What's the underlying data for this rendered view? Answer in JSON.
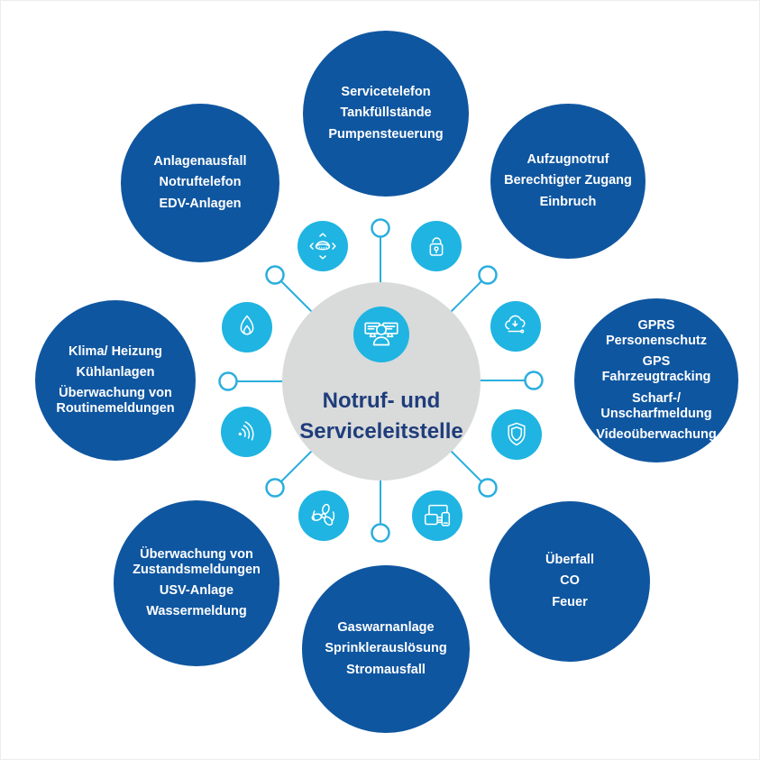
{
  "hub": {
    "title": "Notruf- und\nServiceleitstelle",
    "icon": "operator-workstation"
  },
  "satellites": [
    {
      "id": "north",
      "items": [
        "Servicetelefon",
        "Tankfüllstände",
        "Pumpensteuerung"
      ]
    },
    {
      "id": "northeast",
      "items": [
        "Aufzugnotruf",
        "Berechtigter Zugang",
        "Einbruch"
      ]
    },
    {
      "id": "east",
      "items": [
        "GPRS\nPersonenschutz",
        "GPS\nFahrzeugtracking",
        "Scharf-/\nUnscharfmeldung",
        "Videoüberwachung"
      ]
    },
    {
      "id": "southeast",
      "items": [
        "Überfall",
        "CO",
        "Feuer"
      ]
    },
    {
      "id": "south",
      "items": [
        "Gaswarnanlage",
        "Sprinklerauslösung",
        "Stromausfall"
      ]
    },
    {
      "id": "southwest",
      "items": [
        "Überwachung von\nZustandsmeldungen",
        "USV-Anlage",
        "Wassermeldung"
      ]
    },
    {
      "id": "west",
      "items": [
        "Klima/ Heizung",
        "Kühlanlagen",
        "Überwachung von\nRoutinemeldungen"
      ]
    },
    {
      "id": "northwest",
      "items": [
        "Anlagenausfall",
        "Notruftelefon",
        "EDV-Anlagen"
      ]
    }
  ],
  "icons": {
    "center": "operator-workstation-icon",
    "nnw": "smoke-detector-icon",
    "nne": "padlock-icon",
    "ene": "cloud-download-icon",
    "ese": "shield-icon",
    "sse": "devices-icon",
    "ssw": "fan-icon",
    "wsw": "signal-waves-icon",
    "wnw": "flame-icon"
  },
  "colors": {
    "dark_blue": "#0f56a0",
    "light_blue": "#1fb4e2",
    "hub_gray": "#d9dada",
    "title_navy": "#1e3d7b",
    "connector": "#2aaede",
    "icon_stroke": "#ffffff",
    "satellite_text": "#ffffff"
  }
}
